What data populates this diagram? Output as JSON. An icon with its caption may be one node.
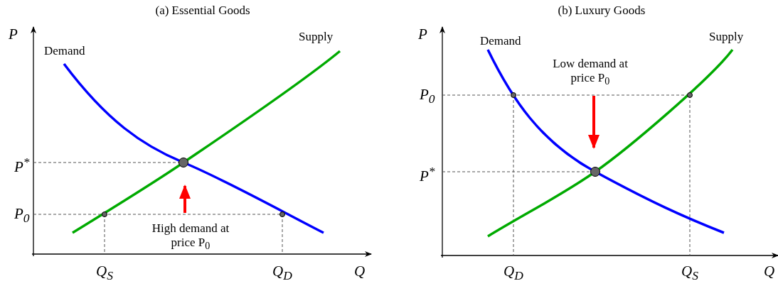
{
  "diagram": {
    "labels": [
      "(a) Essential Goods",
      "P",
      "Demand",
      "Supply",
      "P$^{*}$",
      "P$_{0}$",
      "High demand at price P$_{0}$",
      "Q$_{S}$",
      "Q$_{D}$",
      "Q",
      "(b) Luxury Goods",
      "P",
      "Demand",
      "Supply",
      "Low demand at price P$_{0}$",
      "P$_{0}$",
      "P$^{*}$",
      "Q$_{D}$",
      "Q$_{S}$",
      "Q"
    ]
  }
}
